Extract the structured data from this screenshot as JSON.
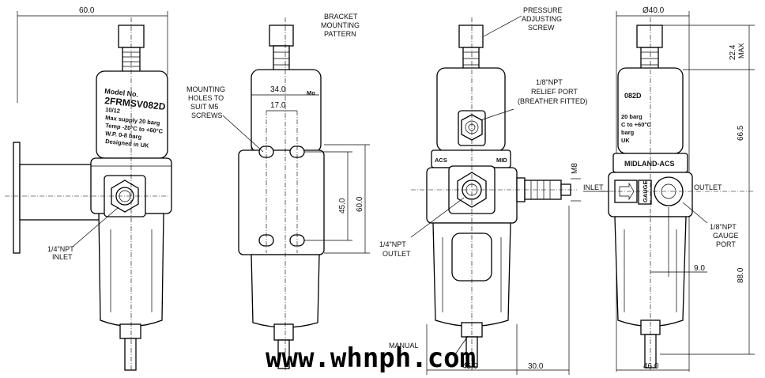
{
  "view1": {
    "dim_width": "60.0",
    "plate": {
      "line1": "Model No.",
      "line2": "2FRMSV082D",
      "line3": "10/12",
      "line4": "Max supply 20 barg",
      "line5": "Temp -20°C to +60°C",
      "line6": "W.P. 0-8 barg",
      "line7": "Designed in UK"
    },
    "inlet_label_1": "1/4\"NPT",
    "inlet_label_2": "INLET"
  },
  "view2": {
    "bracket_title_1": "BRACKET",
    "bracket_title_2": "MOUNTING",
    "bracket_title_3": "PATTERN",
    "holes_label_1": "MOUNTING",
    "holes_label_2": "HOLES TO",
    "holes_label_3": "SUIT M5",
    "holes_label_4": "SCREWS",
    "dim_34": "34.0",
    "dim_17": "17.0",
    "dim_45": "45.0",
    "dim_60": "60.0"
  },
  "view3": {
    "pressure_1": "PRESSURE",
    "pressure_2": "ADJUSTING",
    "pressure_3": "SCREW",
    "relief_1": "1/8\"NPT",
    "relief_2": "RELIEF PORT",
    "relief_3": "(BREATHER FITTED)",
    "outlet_1": "1/4\"NPT",
    "outlet_2": "OUTLET",
    "manual_1": "MANUAL",
    "dim_m8": "M8",
    "inlet": "INLET",
    "dim_45": "45.0",
    "dim_30": "30.0"
  },
  "view4": {
    "dim_dia": "Ø40.0",
    "dim_224": "22.4",
    "dim_max": "MAX",
    "dim_665": "66.5",
    "dim_880": "88.0",
    "dim_90": "9.0",
    "dim_460": "46.0",
    "outlet": "OUTLET",
    "brand": "MIDLAND-ACS",
    "gauge_1": "1/8\"NPT",
    "gauge_2": "GAUGE",
    "gauge_3": "PORT",
    "gauge_word": "GAUGE",
    "plate_code": "082D",
    "plate_l1": "20 barg",
    "plate_l2": "C to +60°C",
    "plate_l3": "barg",
    "plate_l4": "UK"
  },
  "watermark": "www.whnph.com"
}
